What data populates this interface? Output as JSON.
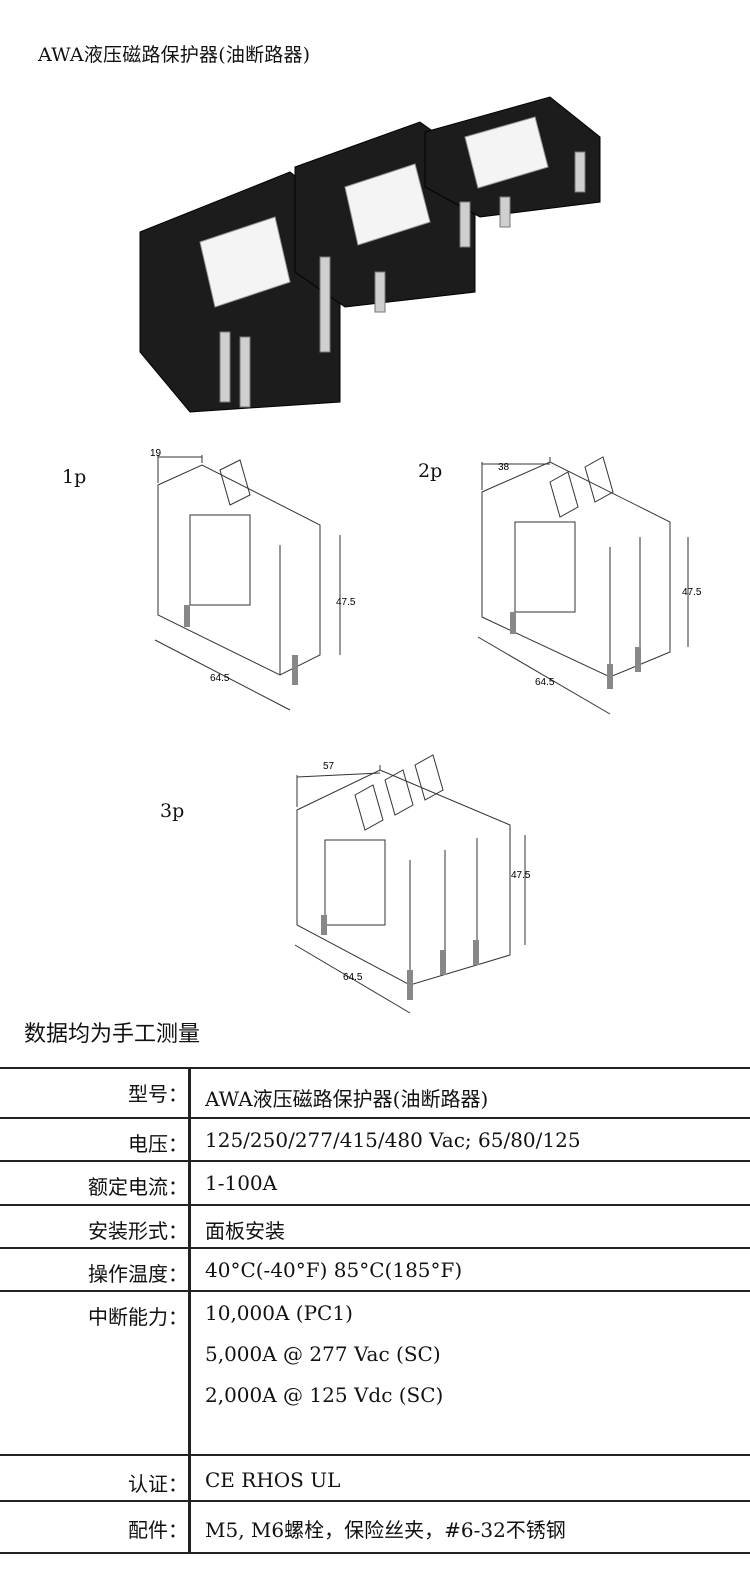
{
  "header": {
    "title": "AWA液压磁路保护器(油断路器)"
  },
  "drawings": {
    "p1": {
      "label": "1p",
      "width": "19",
      "height": "47.5",
      "depth": "64.5"
    },
    "p2": {
      "label": "2p",
      "width": "38",
      "height": "47.5",
      "depth": "64.5"
    },
    "p3": {
      "label": "3p",
      "width": "57",
      "height": "47.5",
      "depth": "64.5"
    }
  },
  "note": "数据均为手工测量",
  "spec": {
    "model_label": "型号：",
    "model_value": "AWA液压磁路保护器(油断路器)",
    "voltage_label": "电压：",
    "voltage_value": "125/250/277/415/480 Vac; 65/80/125",
    "current_label": "额定电流：",
    "current_value": "1-100A",
    "mount_label": "安装形式：",
    "mount_value": "面板安装",
    "temp_label": "操作温度：",
    "temp_value": "40°C(-40°F) 85°C(185°F)",
    "break_label": "中断能力：",
    "break_values": [
      "10,000A (PC1)",
      "5,000A @ 277 Vac (SC)",
      "2,000A @ 125 Vdc (SC)"
    ],
    "cert_label": "认证：",
    "cert_value": "CE RHOS UL",
    "acc_label": "配件：",
    "acc_value": "M5, M6螺栓，保险丝夹，#6-32不锈钢"
  }
}
